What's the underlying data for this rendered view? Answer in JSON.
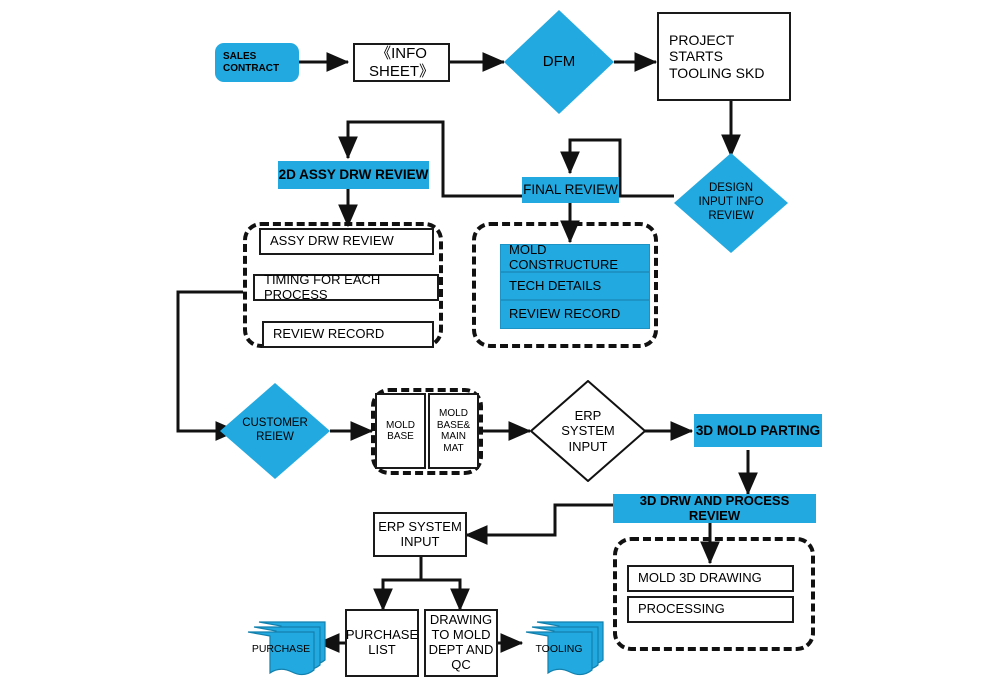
{
  "diagram": {
    "title": "Mold Project Design and Tooling Process Flowchart",
    "accent_color": "#22a9e0",
    "line_color": "#111111",
    "background": "#ffffff"
  },
  "nodes": {
    "sales_contract": "SALES\nCONTRACT",
    "info_sheet": "《INFO SHEET》",
    "dfm": "DFM",
    "project_starts": "PROJECT STARTS\nTOOLING SKD",
    "design_input_info_review": "DESIGN\nINPUT INFO\nREVIEW",
    "assy_drw_review_2d": "2D ASSY DRW REVIEW",
    "final_review": "FINAL REVIEW",
    "assy_drw_review": "ASSY DRW REVIEW",
    "timing_for_each_process": "TIMING FOR EACH PROCESS",
    "review_record_left": "REVIEW RECORD",
    "mold_constructure": "MOLD CONSTRUCTURE",
    "tech_details": "TECH DETAILS",
    "review_record_right": "REVIEW RECORD",
    "customer_review": "CUSTOMER\nREIEW",
    "mold_base": "MOLD\nBASE",
    "mold_base_main_mat": "MOLD\nBASE&\nMAIN\nMAT",
    "erp_system_input_diamond": "ERP\nSYSTEM\nINPUT",
    "mold_parting_3d": "3D MOLD PARTING",
    "drw_process_review_3d": "3D DRW AND PROCESS REVIEW",
    "mold_3d_drawing": "MOLD 3D DRAWING",
    "processing": "PROCESSING",
    "erp_system_input_box": "ERP SYSTEM\nINPUT",
    "purchase_list": "PURCHASE\nLIST",
    "drawing_to_mold_dept": "DRAWING\nTO MOLD\nDEPT AND\nQC",
    "purchase_doc": "PURCHASE",
    "tooling_doc": "TOOLING"
  },
  "groups": {
    "left_review_group": "2d-assy-drw-review-deliverables",
    "final_review_group": "final-review-deliverables",
    "mold_base_group": "mold-base-selection",
    "mold_3d_group": "3d-review-deliverables"
  }
}
